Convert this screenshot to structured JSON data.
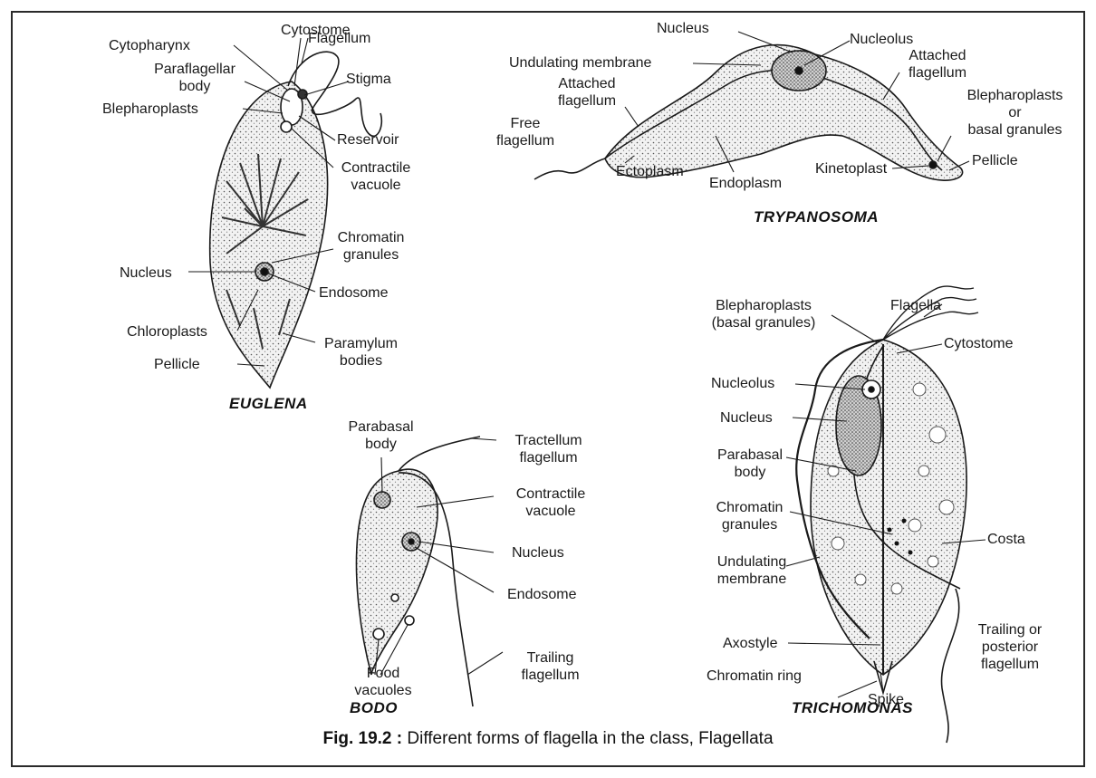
{
  "figure": {
    "caption_number": "Fig. 19.2 :",
    "caption_text": "Different forms of flagella in the class, Flagellata"
  },
  "euglena": {
    "name": "EUGLENA",
    "labels": {
      "cytostome": "Cytostome",
      "cytopharynx": "Cytopharynx",
      "flagellum": "Flagellum",
      "paraflagellar_body": "Paraflagellar\nbody",
      "stigma": "Stigma",
      "blepharoplasts": "Blepharoplasts",
      "reservoir": "Reservoir",
      "contractile_vacuole": "Contractile\nvacuole",
      "chromatin_granules": "Chromatin\ngranules",
      "nucleus": "Nucleus",
      "endosome": "Endosome",
      "chloroplasts": "Chloroplasts",
      "paramylum_bodies": "Paramylum\nbodies",
      "pellicle": "Pellicle"
    }
  },
  "trypanosoma": {
    "name": "TRYPANOSOMA",
    "labels": {
      "nucleus": "Nucleus",
      "nucleolus": "Nucleolus",
      "undulating_membrane": "Undulating membrane",
      "attached_flagellum_right": "Attached\nflagellum",
      "attached_flagellum_left": "Attached\nflagellum",
      "blepharoplasts": "Blepharoplasts\nor\nbasal granules",
      "free_flagellum": "Free\nflagellum",
      "ectoplasm": "Ectoplasm",
      "endoplasm": "Endoplasm",
      "kinetoplast": "Kinetoplast",
      "pellicle": "Pellicle"
    }
  },
  "bodo": {
    "name": "BODO",
    "labels": {
      "parabasal_body": "Parabasal\nbody",
      "tractellum_flagellum": "Tractellum\nflagellum",
      "contractile_vacuole": "Contractile\nvacuole",
      "nucleus": "Nucleus",
      "endosome": "Endosome",
      "food_vacuoles": "Food\nvacuoles",
      "trailing_flagellum": "Trailing\nflagellum"
    }
  },
  "trichomonas": {
    "name": "TRICHOMONAS",
    "labels": {
      "flagella": "Flagella",
      "blepharoplasts": "Blepharoplasts\n(basal granules)",
      "cytostome": "Cytostome",
      "nucleolus": "Nucleolus",
      "nucleus": "Nucleus",
      "parabasal_body": "Parabasal\nbody",
      "chromatin_granules": "Chromatin\ngranules",
      "costa": "Costa",
      "undulating_membrane": "Undulating\nmembrane",
      "axostyle": "Axostyle",
      "trailing_flagellum": "Trailing or\nposterior\nflagellum",
      "chromatin_ring": "Chromatin ring",
      "spike": "Spike"
    }
  }
}
